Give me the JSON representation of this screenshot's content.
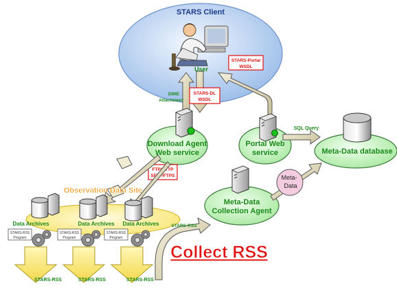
{
  "client": {
    "title": "STARS Client",
    "user_label": "User"
  },
  "wsdl_boxes": {
    "portal_wsdl": [
      "STARS-Portal",
      "WSDL"
    ],
    "dl_wsdl": [
      "STARS-DL",
      "WSDL"
    ],
    "ftp_box": [
      "FTP/HTTP",
      "SFTP/FTPS"
    ]
  },
  "labels": {
    "dime": [
      "DIME",
      "Attachment"
    ],
    "sql_query": "SQL Query",
    "observation_site": "Observation Data Site",
    "stars_rss_arrow": "STARS-RSS",
    "collect_rss": "Collect RSS"
  },
  "services": {
    "download_agent": [
      "Download Agent",
      "Web service"
    ],
    "portal_web": [
      "Portal Web",
      "service"
    ],
    "metadata_db": "Meta-Data database",
    "metadata_collection": [
      "Meta-Data",
      "Collection Agent"
    ],
    "metadata_bubble": [
      "Meta-",
      "Data"
    ]
  },
  "archives": [
    {
      "label": "Data Archives",
      "program": [
        "STARS-RSS",
        "Program"
      ]
    },
    {
      "label": "Data Archives",
      "program": [
        "STARS-RSS",
        "Program"
      ]
    },
    {
      "label": "Data Archives",
      "program": [
        "STARS-RSS",
        "Program"
      ]
    }
  ],
  "bottom_labels": [
    "STARS-RSS",
    "STARS-RSS",
    "STARS-RSS"
  ],
  "colors": {
    "client_ellipse": "#cfe0f5",
    "service_ellipse": "#ccf5c8",
    "site_ellipse": "#fff2a0",
    "arrow_fill": "#e6dfc3",
    "wsdl_border": "#e01010",
    "green_text": "#1a8a1a",
    "orange_text": "#f08a00",
    "collect_red": "#e01010"
  }
}
